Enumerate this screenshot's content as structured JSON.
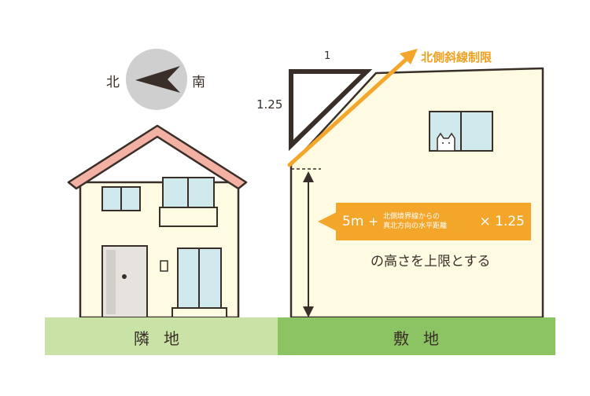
{
  "compass": {
    "north_label": "北",
    "south_label": "南"
  },
  "slope": {
    "horizontal_label": "1",
    "vertical_label": "1.25",
    "limit_label": "北側斜線制限"
  },
  "formula": {
    "base": "5m",
    "plus": "+",
    "distance_line1": "北側境界線からの",
    "distance_line2": "真北方向の水平距離",
    "multiplier": "× 1.25"
  },
  "caption": "の高さを上限とする",
  "ground": {
    "neighbor_label": "隣地",
    "site_label": "敷地"
  },
  "colors": {
    "outline": "#3a2e28",
    "accent_orange": "#f4a62a",
    "building_fill": "#fffbe3",
    "roof": "#f2b1a3",
    "neighbor_ground": "#c9e3a6",
    "site_ground": "#8cc463",
    "compass_circle": "#cfcfcf"
  }
}
